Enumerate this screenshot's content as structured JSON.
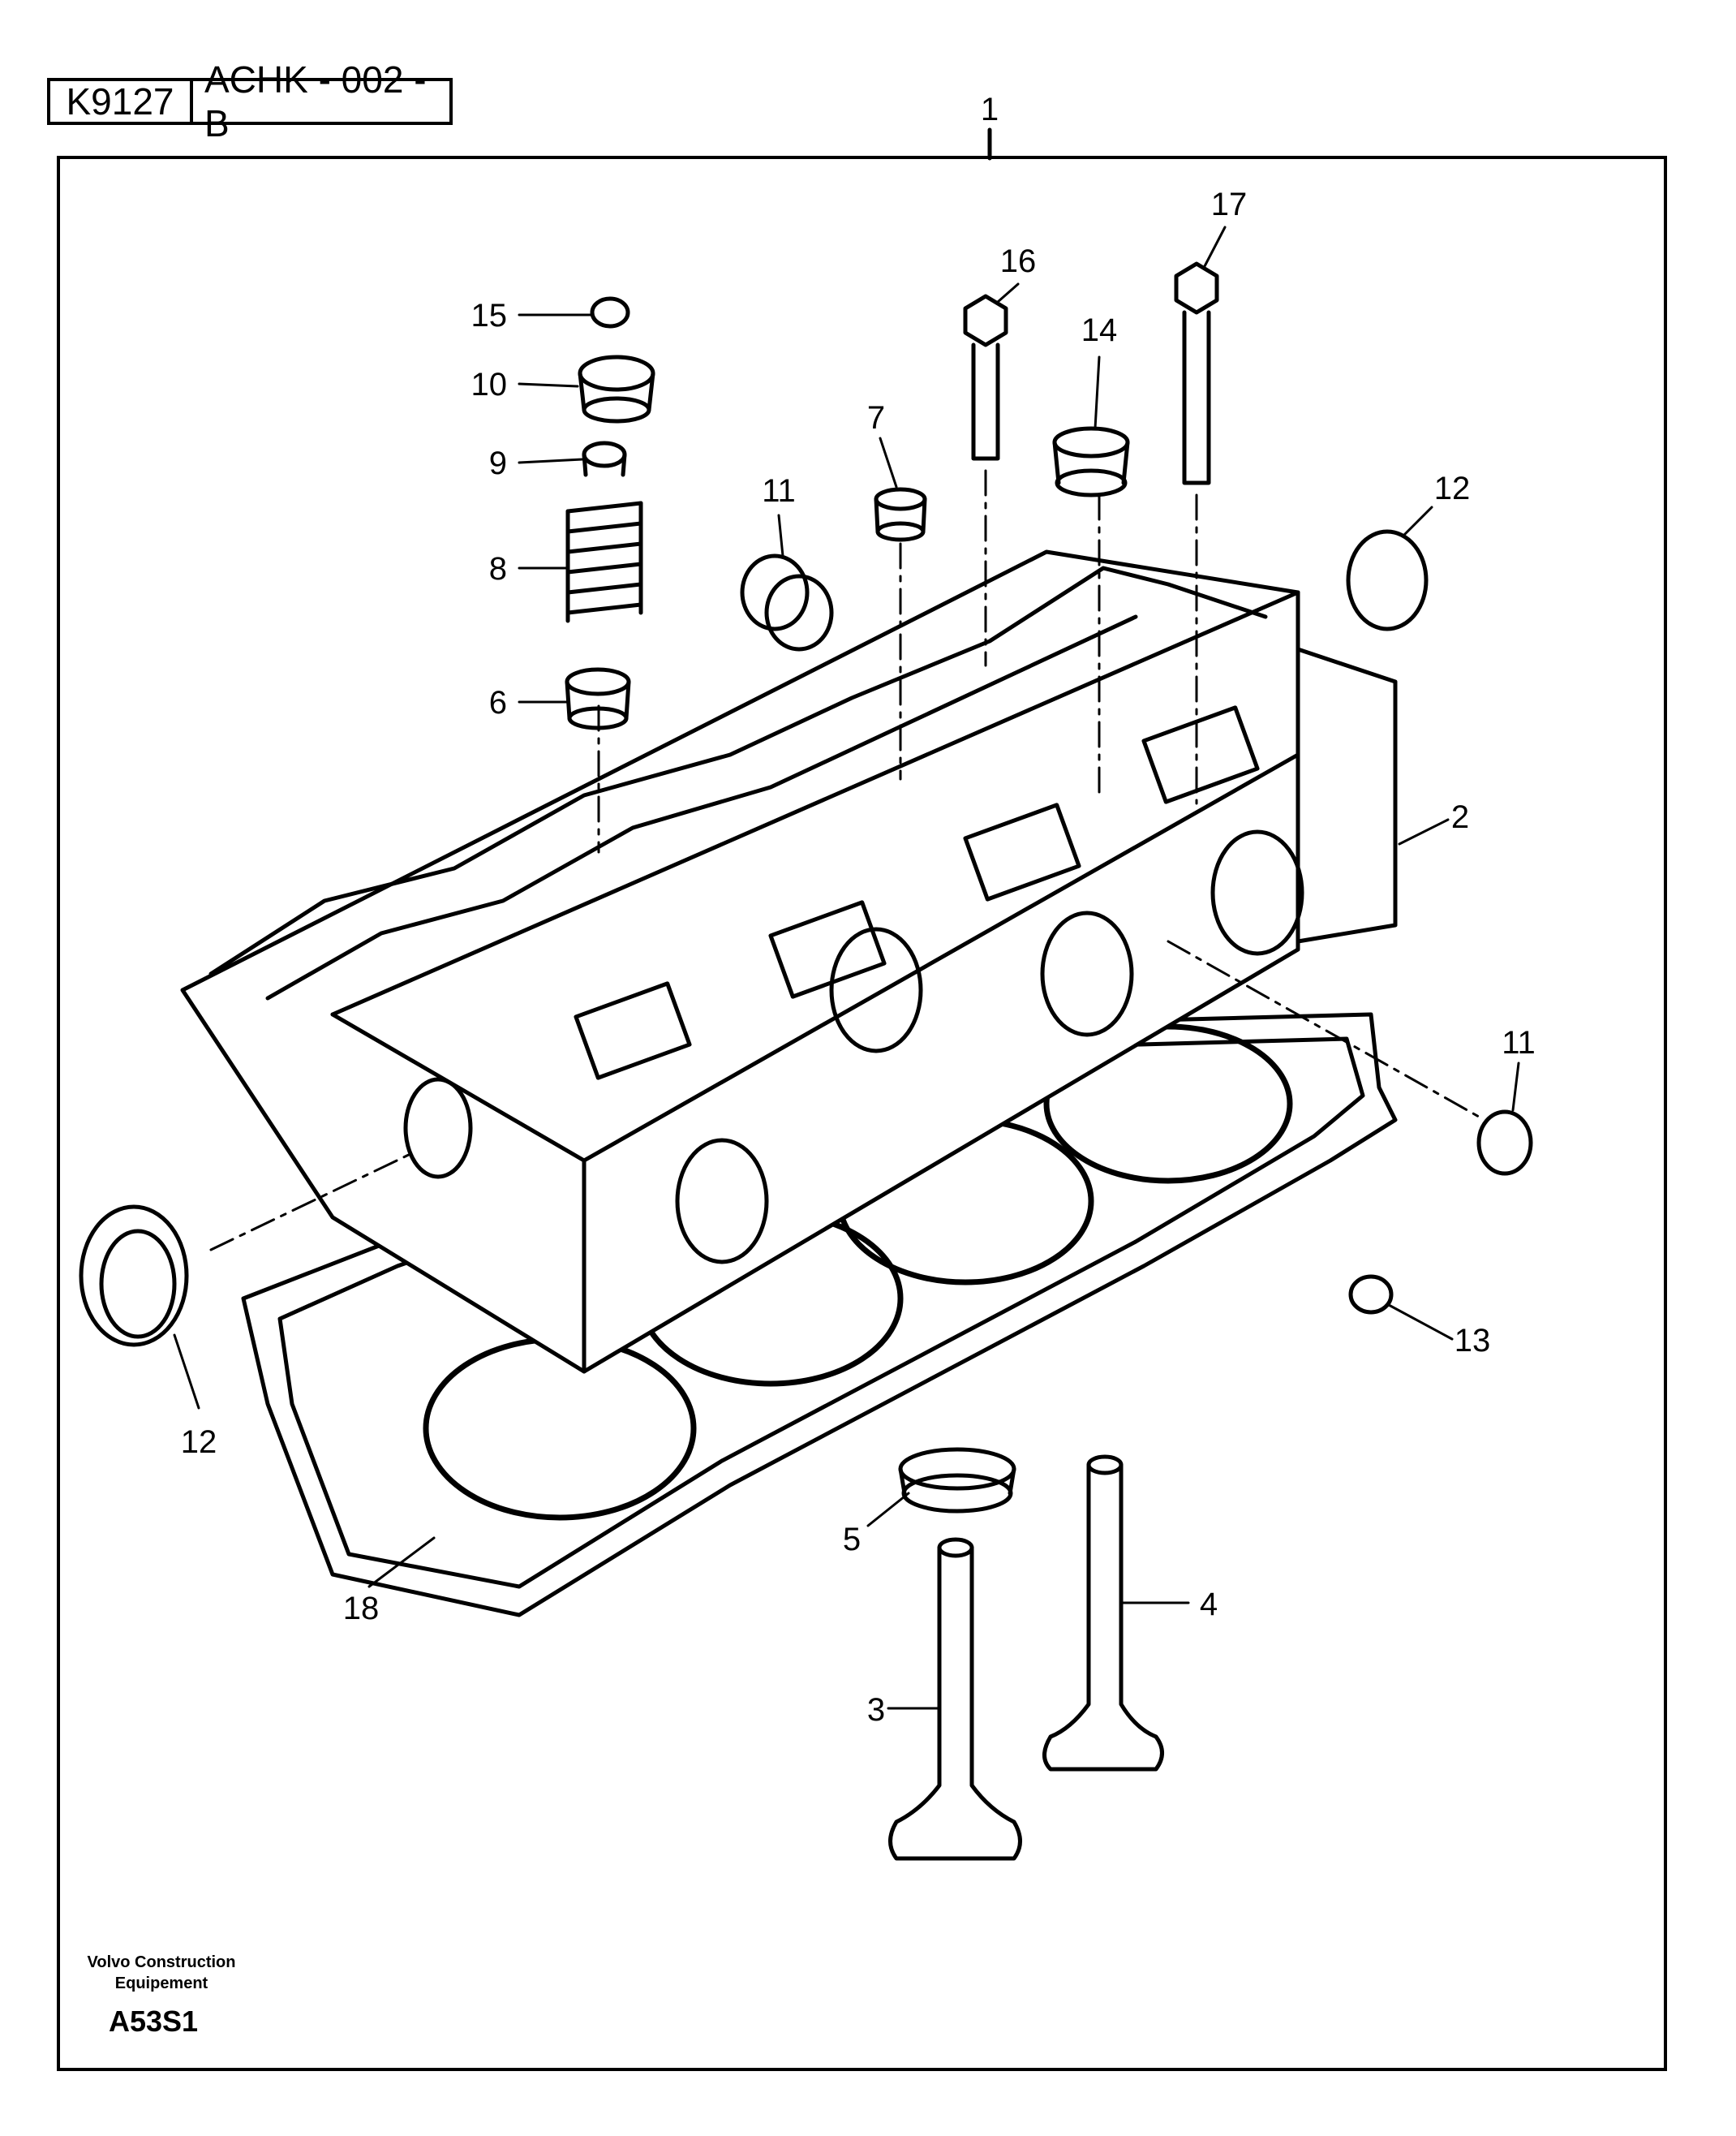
{
  "header": {
    "ref_code": "K9127",
    "drawing_code": "ACHK - 002 - B",
    "assembly_callout": "1"
  },
  "callouts": {
    "c2": "2",
    "c3": "3",
    "c4": "4",
    "c5": "5",
    "c6": "6",
    "c7": "7",
    "c8": "8",
    "c9": "9",
    "c10": "10",
    "c11a": "11",
    "c11b": "11",
    "c12a": "12",
    "c12b": "12",
    "c13": "13",
    "c14": "14",
    "c15": "15",
    "c16": "16",
    "c17": "17",
    "c18": "18"
  },
  "footer": {
    "maker_line1": "Volvo Construction",
    "maker_line2": "Equipement",
    "page_code": "A53S1"
  }
}
